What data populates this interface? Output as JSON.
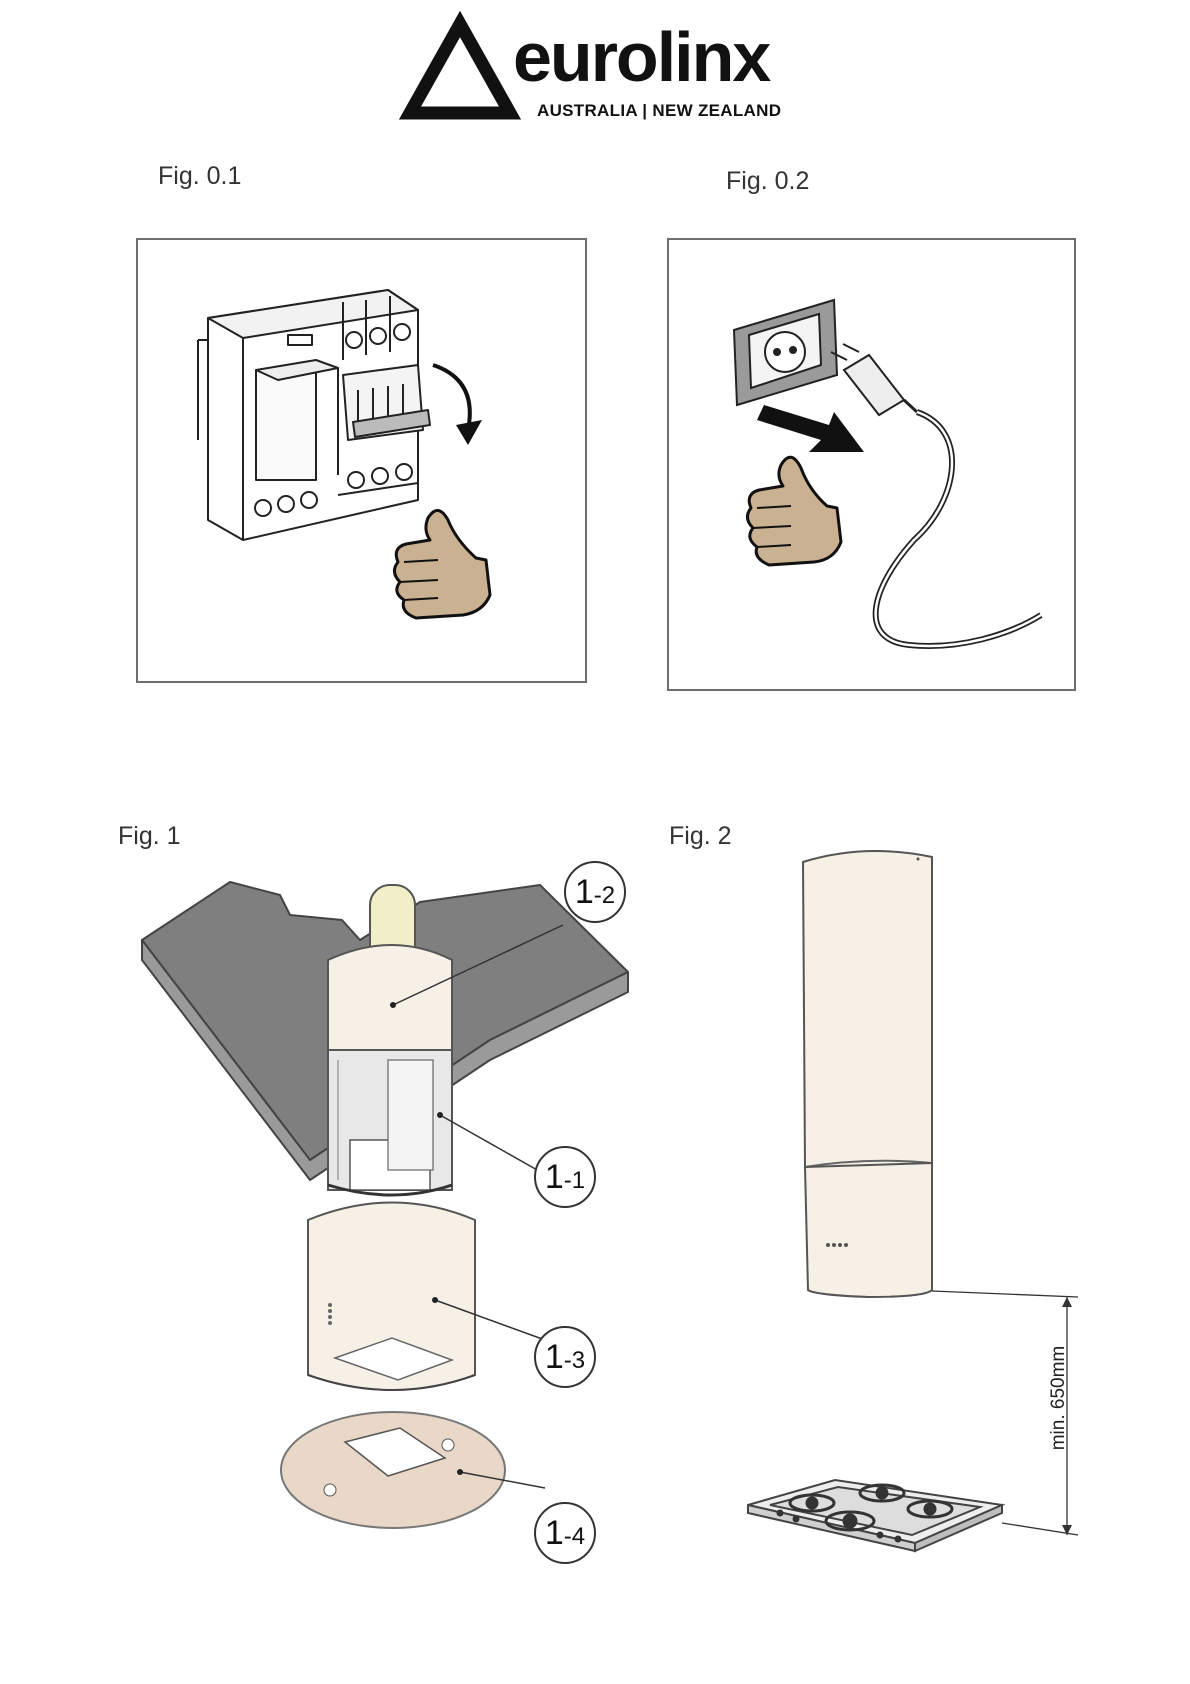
{
  "brand": {
    "name": "eurolinx",
    "region": "AUSTRALIA | NEW ZEALAND"
  },
  "figures": {
    "fig01": {
      "label": "Fig. 0.1"
    },
    "fig02": {
      "label": "Fig. 0.2"
    },
    "fig1": {
      "label": "Fig. 1",
      "callouts": [
        {
          "main": "1",
          "sub": "-2"
        },
        {
          "main": "1",
          "sub": "-1"
        },
        {
          "main": "1",
          "sub": "-3"
        },
        {
          "main": "1",
          "sub": "-4"
        }
      ]
    },
    "fig2": {
      "label": "Fig. 2",
      "dimension": "min. 650mm"
    }
  },
  "colors": {
    "skin": "#c9b191",
    "hood": "#f6f0e6",
    "ceiling": "#8e8e8e",
    "frame": "#6e6e6e"
  }
}
